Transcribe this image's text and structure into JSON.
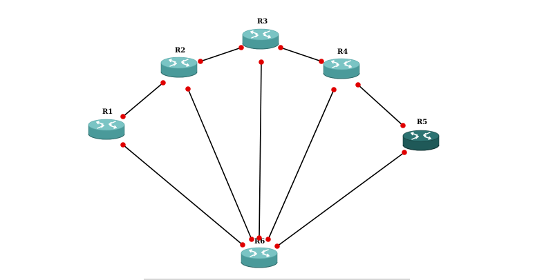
{
  "colors": {
    "router_top": "#7ac4c4",
    "router_side": "#4a9a9a",
    "router_bottom": "#3b7f80",
    "router_selected_top": "#2d7372",
    "router_selected_side": "#1f5958",
    "link": "#000000",
    "port_dot": "#e00000",
    "background": "#ffffff"
  },
  "icon": "router-icon",
  "routers": [
    {
      "id": "R1",
      "label": "R1",
      "selected": false
    },
    {
      "id": "R2",
      "label": "R2",
      "selected": false
    },
    {
      "id": "R3",
      "label": "R3",
      "selected": false
    },
    {
      "id": "R4",
      "label": "R4",
      "selected": false
    },
    {
      "id": "R5",
      "label": "R5",
      "selected": true
    },
    {
      "id": "R6",
      "label": "R6",
      "selected": false
    }
  ],
  "links": [
    {
      "a": "R1",
      "b": "R2"
    },
    {
      "a": "R2",
      "b": "R3"
    },
    {
      "a": "R3",
      "b": "R4"
    },
    {
      "a": "R4",
      "b": "R5"
    },
    {
      "a": "R1",
      "b": "R6"
    },
    {
      "a": "R2",
      "b": "R6"
    },
    {
      "a": "R3",
      "b": "R6"
    },
    {
      "a": "R4",
      "b": "R6"
    },
    {
      "a": "R5",
      "b": "R6"
    }
  ]
}
